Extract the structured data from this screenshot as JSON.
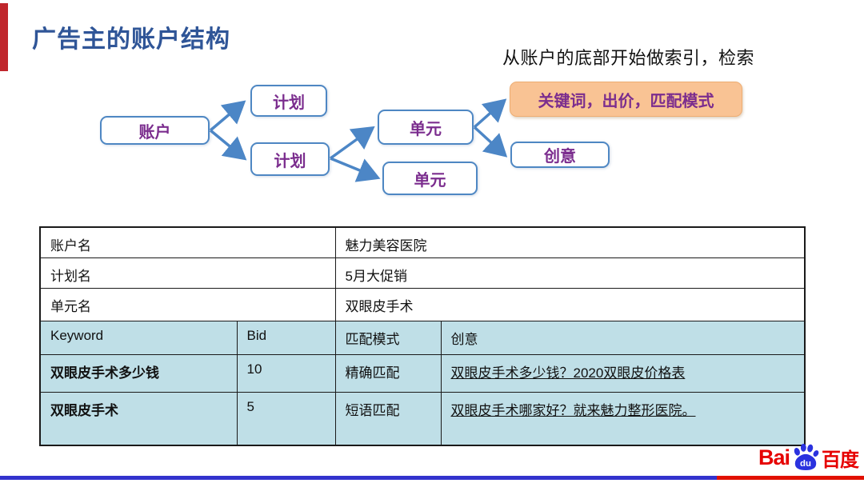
{
  "slide": {
    "title": "广告主的账户结构",
    "annotation": "从账户的底部开始做索引，检索"
  },
  "diagram": {
    "account": "账户",
    "plan1": "计划",
    "plan2": "计划",
    "unit1": "单元",
    "unit2": "单元",
    "keywords": "关键词，出价，匹配模式",
    "creative": "创意"
  },
  "table": {
    "info_rows": [
      {
        "label": "账户名",
        "value": "魅力美容医院"
      },
      {
        "label": "计划名",
        "value": "5月大促销"
      },
      {
        "label": "单元名",
        "value": "双眼皮手术"
      }
    ],
    "headers": [
      "Keyword",
      "Bid",
      "匹配模式",
      "创意"
    ],
    "rows": [
      {
        "keyword": "双眼皮手术多少钱",
        "bid": "10",
        "match": "精确匹配",
        "creative": "双眼皮手术多少钱？2020双眼皮价格表"
      },
      {
        "keyword": "双眼皮手术",
        "bid": "5",
        "match": "短语匹配",
        "creative": "双眼皮手术哪家好？就来魅力整形医院。"
      }
    ]
  },
  "logo": {
    "bai": "Bai",
    "du": "du",
    "cn": "百度"
  },
  "colors": {
    "accent_red": "#C0262C",
    "title_blue": "#2F5597",
    "node_text_purple": "#7B2D8E",
    "node_border_blue": "#4E87C3",
    "arrow_blue": "#4C86C6",
    "keywords_fill_orange": "#F9C394",
    "table_highlight_blue": "#BFDFE7",
    "footer_blue": "#3232CD",
    "footer_red": "#E21000",
    "baidu_red": "#E60000",
    "baidu_blue": "#2A32DF"
  }
}
